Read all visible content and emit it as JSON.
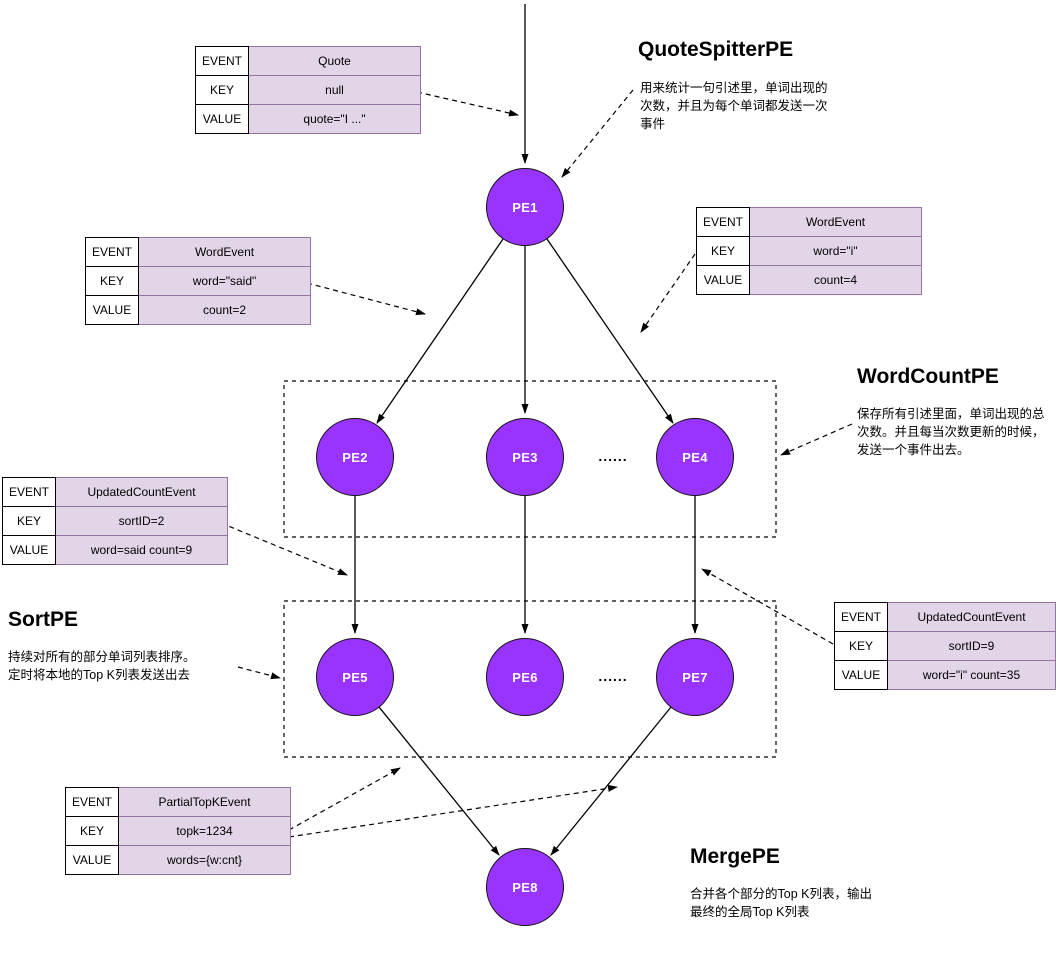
{
  "colors": {
    "node_fill": "#9933FF",
    "node_stroke": "#121212",
    "table_fill": "#E1D5E7",
    "table_stroke": "#9673A6"
  },
  "ellipsis": "......",
  "nodes": {
    "pe1": "PE1",
    "pe2": "PE2",
    "pe3": "PE3",
    "pe4": "PE4",
    "pe5": "PE5",
    "pe6": "PE6",
    "pe7": "PE7",
    "pe8": "PE8"
  },
  "sections": {
    "quote_spitter": {
      "title": "QuoteSpitterPE",
      "desc": "用来统计一句引述里，单词出现的\n次数，并且为每个单词都发送一次\n事件"
    },
    "word_count": {
      "title": "WordCountPE",
      "desc": "保存所有引述里面，单词出现的总\n次数。并且每当次数更新的时候，\n发送一个事件出去。"
    },
    "sort": {
      "title": "SortPE",
      "desc": "持续对所有的部分单词列表排序。\n定时将本地的Top K列表发送出去"
    },
    "merge": {
      "title": "MergePE",
      "desc": "合并各个部分的Top K列表，输出\n最终的全局Top K列表"
    }
  },
  "tables": {
    "quote": {
      "rows": [
        {
          "label": "EVENT",
          "value": "Quote"
        },
        {
          "label": "KEY",
          "value": "null"
        },
        {
          "label": "VALUE",
          "value": "quote=\"I ...\""
        }
      ]
    },
    "word_said": {
      "rows": [
        {
          "label": "EVENT",
          "value": "WordEvent"
        },
        {
          "label": "KEY",
          "value": "word=\"said\""
        },
        {
          "label": "VALUE",
          "value": "count=2"
        }
      ]
    },
    "word_i": {
      "rows": [
        {
          "label": "EVENT",
          "value": "WordEvent"
        },
        {
          "label": "KEY",
          "value": "word=\"i\""
        },
        {
          "label": "VALUE",
          "value": "count=4"
        }
      ]
    },
    "updated_said": {
      "rows": [
        {
          "label": "EVENT",
          "value": "UpdatedCountEvent"
        },
        {
          "label": "KEY",
          "value": "sortID=2"
        },
        {
          "label": "VALUE",
          "value": "word=said count=9"
        }
      ]
    },
    "updated_i": {
      "rows": [
        {
          "label": "EVENT",
          "value": "UpdatedCountEvent"
        },
        {
          "label": "KEY",
          "value": "sortID=9"
        },
        {
          "label": "VALUE",
          "value": "word=\"i\" count=35"
        }
      ]
    },
    "partial_topk": {
      "rows": [
        {
          "label": "EVENT",
          "value": "PartialTopKEvent"
        },
        {
          "label": "KEY",
          "value": "topk=1234"
        },
        {
          "label": "VALUE",
          "value": "words={w:cnt}"
        }
      ]
    }
  }
}
